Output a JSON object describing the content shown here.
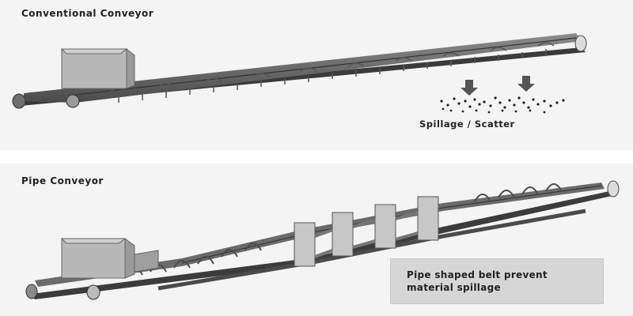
{
  "panels": {
    "top": {
      "title": "Conventional Conveyor",
      "annotation": "Spillage / Scatter"
    },
    "bottom": {
      "title": "Pipe Conveyor",
      "note_line_1": "Pipe shaped belt prevent",
      "note_line_2": "material spillage"
    }
  }
}
